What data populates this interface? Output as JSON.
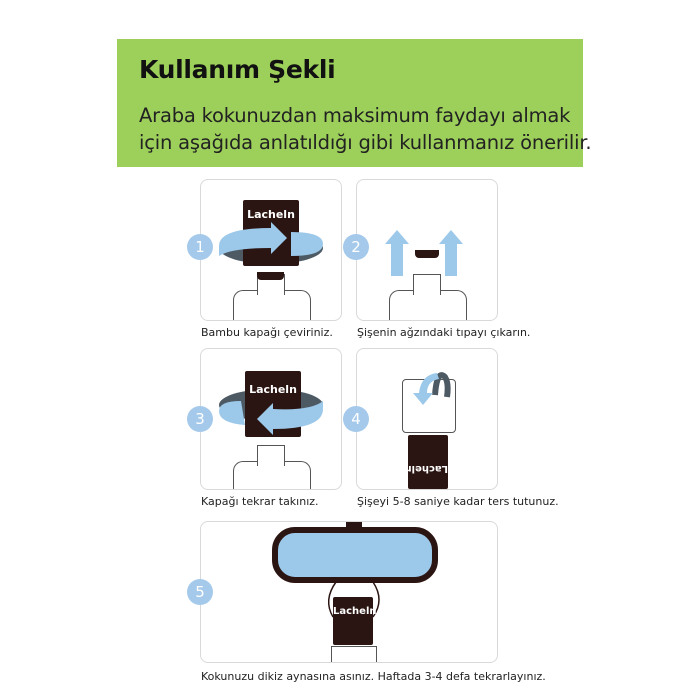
{
  "header": {
    "title": "Kullanım Şekli",
    "subtitle_line1": "Araba kokunuzdan maksimum faydayı almak",
    "subtitle_line2": "için aşağıda anlatıldığı gibi kullanmanız önerilir.",
    "background_color": "#9dd05a"
  },
  "brand": "Lacheln",
  "colors": {
    "step_badge": "#a4c9ea",
    "arrow": "#9cc8ea",
    "cap": "#2b1512",
    "mirror": "#9cc8ea"
  },
  "steps": [
    {
      "number": "1",
      "caption": "Bambu kapağı çeviriniz.",
      "icon": "rotate-cap-clockwise"
    },
    {
      "number": "2",
      "caption": "Şişenin ağzındaki tıpayı çıkarın.",
      "icon": "remove-stopper-arrows-up"
    },
    {
      "number": "3",
      "caption": "Kapağı tekrar takınız.",
      "icon": "rotate-cap-counterclockwise"
    },
    {
      "number": "4",
      "caption": "Şişeyi 5-8 saniye kadar ters tutunuz.",
      "icon": "flip-bottle-upside-down"
    },
    {
      "number": "5",
      "caption": "Kokunuzu dikiz aynasına asınız. Haftada 3-4 defa tekrarlayınız.",
      "icon": "hang-on-rearview-mirror"
    }
  ]
}
